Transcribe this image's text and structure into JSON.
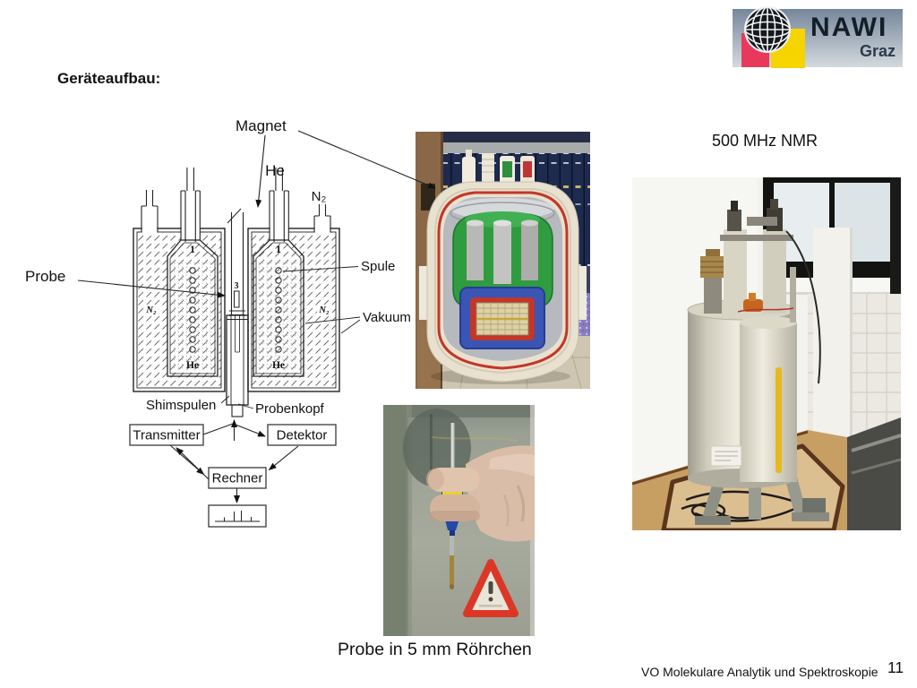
{
  "slide": {
    "title": "Geräteaufbau:"
  },
  "logo": {
    "org": "NAWI",
    "city": "Graz",
    "colors": {
      "pink": "#e8395c",
      "yellow": "#f6d400",
      "globe": "#15181c"
    }
  },
  "diagram": {
    "labels": {
      "magnet": "Magnet",
      "he_top": "He",
      "n2_top": "N₂",
      "probe": "Probe",
      "spule": "Spule",
      "vakuum": "Vakuum",
      "shimspulen": "Shimspulen",
      "probenkopf": "Probenkopf",
      "vessel_number": "1",
      "sample_number": "3",
      "he_inner": "He",
      "n2_inner": "N₂"
    },
    "boxes": {
      "transmitter": "Transmitter",
      "detektor": "Detektor",
      "rechner": "Rechner"
    }
  },
  "captions": {
    "nmr_photo": "500 MHz NMR",
    "tube_photo": "Probe in 5 mm Röhrchen"
  },
  "footer": {
    "course": "VO Molekulare Analytik und Spektroskopie",
    "page_number": "11"
  },
  "photo_colors": {
    "magnet_shell_cream": "#e9e1cf",
    "magnet_rim_red": "#c23727",
    "vessel_green": "#2f9c40",
    "frame_blue": "#3a55b4",
    "coil_tan": "#dcd2a6",
    "nmr_cylinder_beige": "#e3dfd1",
    "stripe_yellow": "#e7b81f",
    "spinner_blue": "#2d55c2",
    "warning_red": "#dc3726"
  }
}
